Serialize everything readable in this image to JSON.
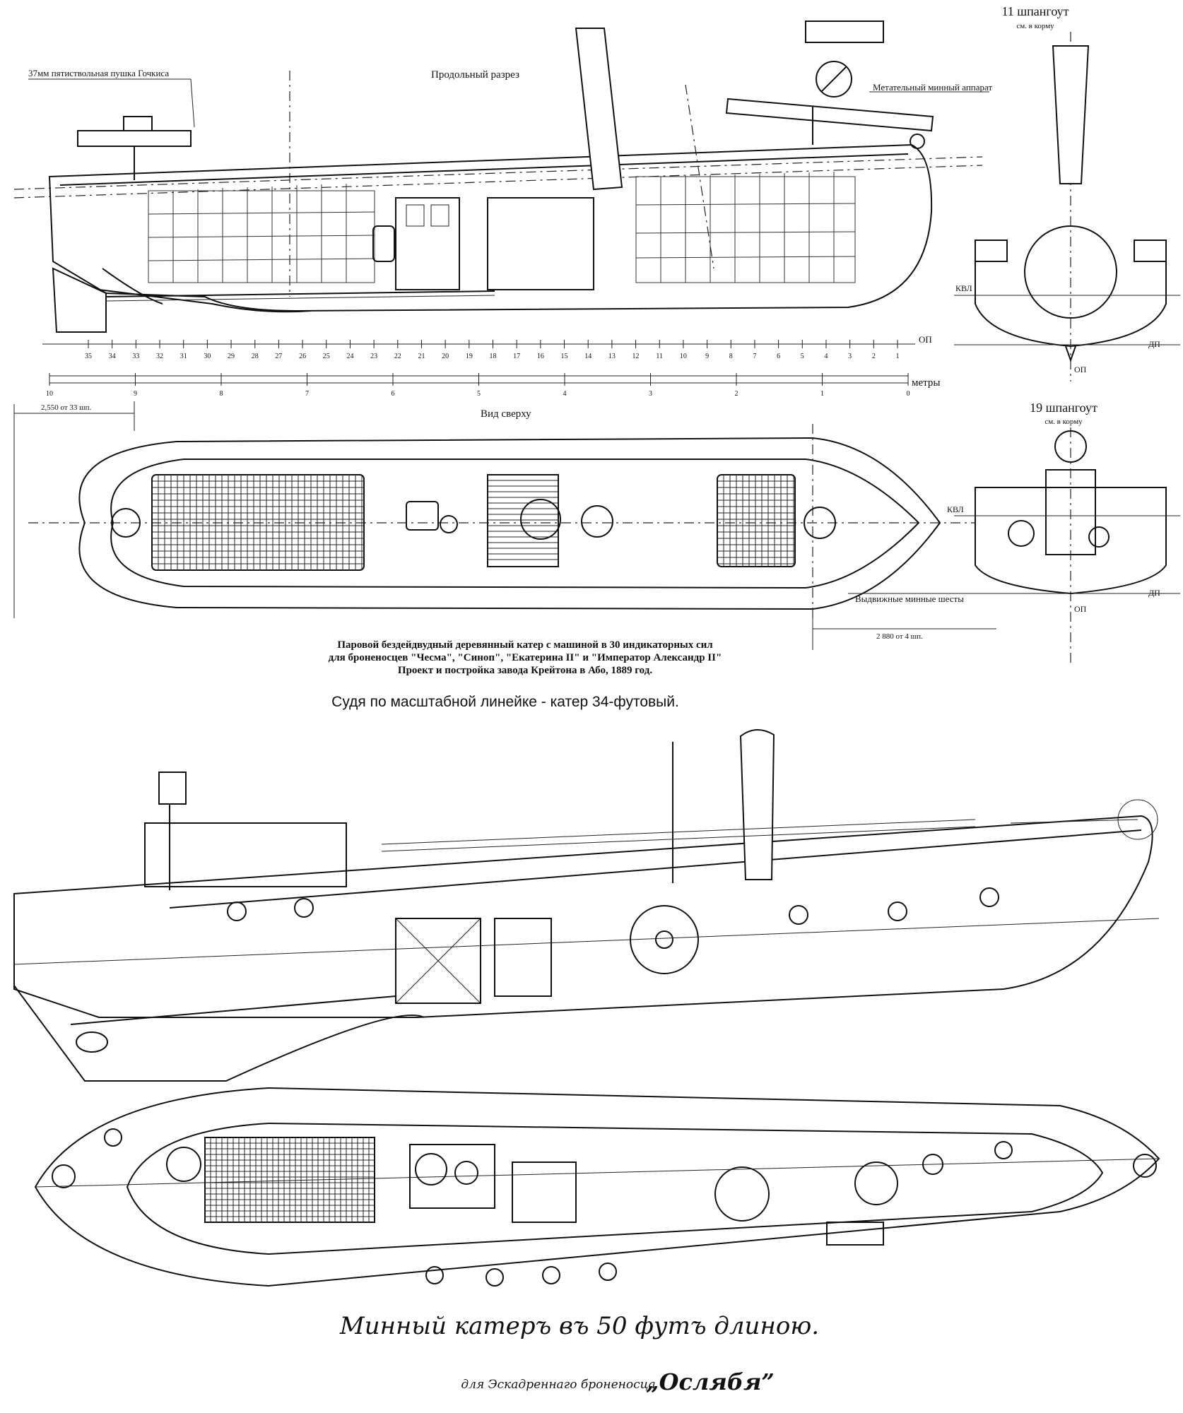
{
  "labels": {
    "gun": "37мм пятиствольная пушка Гочкиса",
    "longitudinal": "Продольный разрез",
    "torpedo_launcher": "Метательный минный аппарат",
    "frame11": "11 шпангоут",
    "frame19": "19 шпангоут",
    "aft_view": "см. в корму",
    "kvl": "КВЛ",
    "op": "ОП",
    "dp": "ДП",
    "meters": "метры",
    "top_view": "Вид сверху",
    "dim_aft": "2,550 от 33 шп.",
    "dim_fwd": "2 880 от 4 шп.",
    "spars": "Выдвижные минные шесты"
  },
  "scales": {
    "frames": [
      "35",
      "34",
      "33",
      "32",
      "31",
      "30",
      "29",
      "28",
      "27",
      "26",
      "25",
      "24",
      "23",
      "22",
      "21",
      "20",
      "19",
      "18",
      "17",
      "16",
      "15",
      "14",
      "13",
      "12",
      "11",
      "10",
      "9",
      "8",
      "7",
      "6",
      "5",
      "4",
      "3",
      "2",
      "1"
    ],
    "meters": [
      "10",
      "9",
      "8",
      "7",
      "6",
      "5",
      "4",
      "3",
      "2",
      "1",
      "0"
    ]
  },
  "caption": {
    "line1": "Паровой бездейдвудный деревянный катер с машиной в 30 индикаторных сил",
    "line2": "для броненосцев \"Чесма\", \"Синоп\", \"Екатерина II\" и \"Император Александр II\"",
    "line3": "Проект и постройка завода Крейтона в Або, 1889 год."
  },
  "note": "Судя по масштабной линейке - катер 34-футовый.",
  "title2": {
    "line1": "Минный катеръ въ 50 футъ длиною.",
    "line2": "для Эскадреннаго броненосца",
    "ship": "„Ослябя”"
  }
}
